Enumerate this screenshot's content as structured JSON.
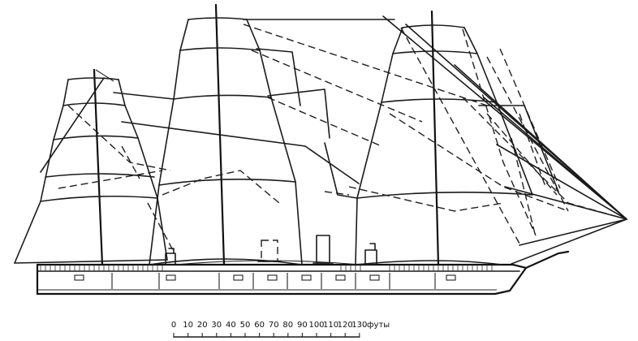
{
  "scale": {
    "ticks": [
      "0",
      "10",
      "20",
      "30",
      "40",
      "50",
      "60",
      "70",
      "80",
      "90",
      "100",
      "110",
      "120",
      "130"
    ],
    "unit": "футы"
  }
}
